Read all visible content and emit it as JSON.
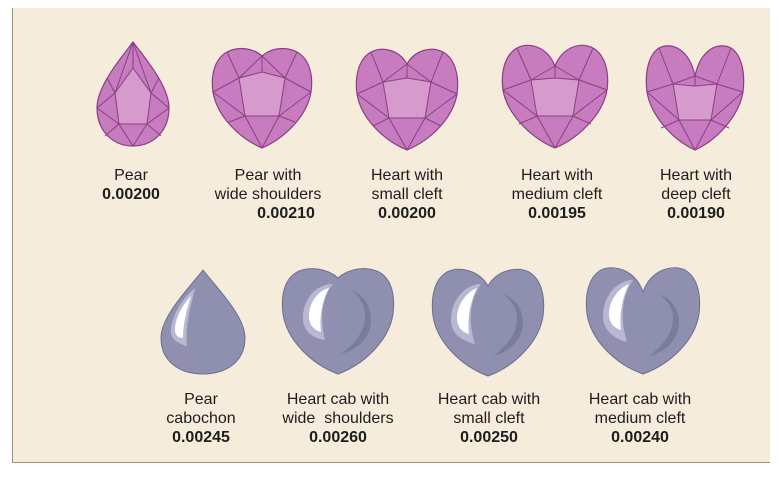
{
  "colors": {
    "background": "#f6ecdb",
    "faceted_fill": "#c77cbf",
    "faceted_line": "#8a3f83",
    "cabochon_fill": "#8f8fb0",
    "cabochon_highlight": "#ffffff"
  },
  "faceted_row": [
    {
      "line1": "Pear",
      "line2": "",
      "value": "0.00200"
    },
    {
      "line1": "Pear with",
      "line2": "wide shoulders",
      "value": "0.00210"
    },
    {
      "line1": "Heart with",
      "line2": "small cleft",
      "value": "0.00200"
    },
    {
      "line1": "Heart with",
      "line2": "medium cleft",
      "value": "0.00195"
    },
    {
      "line1": "Heart with",
      "line2": "deep cleft",
      "value": "0.00190"
    }
  ],
  "cabochon_row": [
    {
      "line1": "Pear",
      "line2": "cabochon",
      "value": "0.00245"
    },
    {
      "line1": "Heart cab with",
      "line2": "wide  shoulders",
      "value": "0.00260"
    },
    {
      "line1": "Heart cab with",
      "line2": "small cleft",
      "value": "0.00250"
    },
    {
      "line1": "Heart cab with",
      "line2": "medium cleft",
      "value": "0.00240"
    }
  ]
}
